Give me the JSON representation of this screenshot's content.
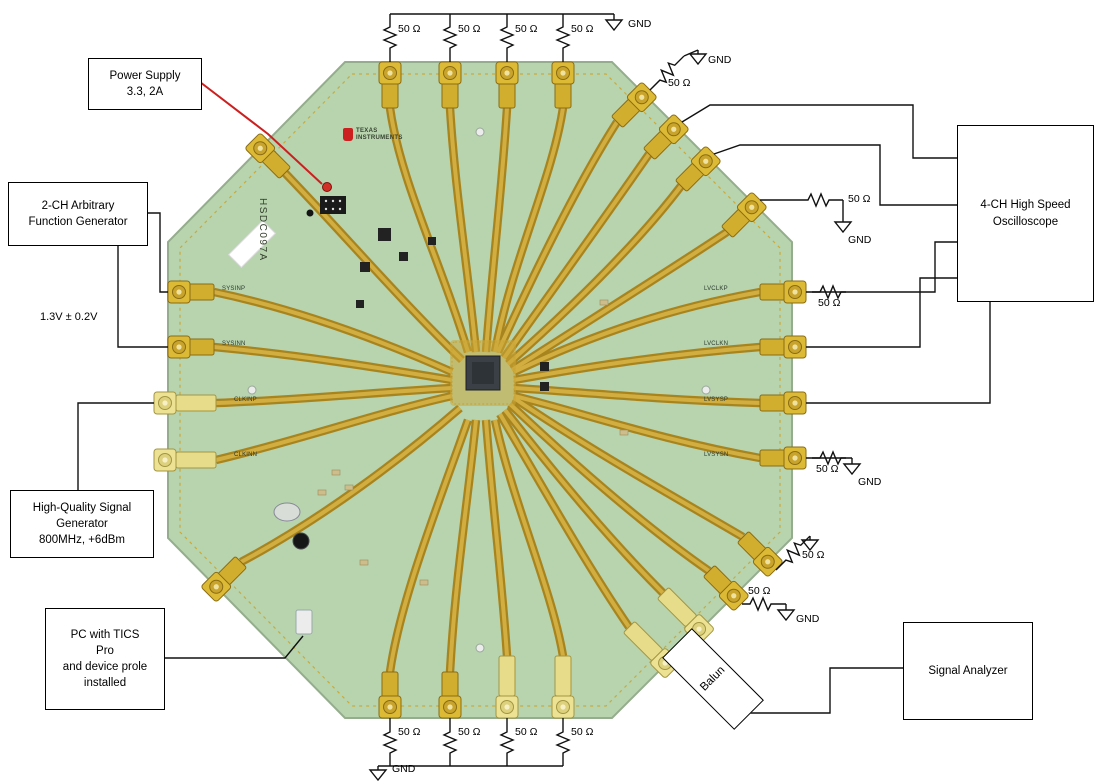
{
  "labels": {
    "fifty_ohm": "50 Ω",
    "gnd": "GND",
    "voltage": "1.3V ± 0.2V"
  },
  "boxes": {
    "power_supply": "Power Supply\n3.3, 2A",
    "afg": "2-CH Arbitrary\nFunction Generator",
    "signal_generator": "High-Quality Signal\nGenerator\n800MHz, +6dBm",
    "pc": "PC with TICS\nPro\nand device prole\ninstalled",
    "oscilloscope": "4-CH High Speed\nOscilloscope",
    "signal_analyzer": "Signal Analyzer",
    "balun": "Balun"
  },
  "board": {
    "name": "HSDC097A",
    "logo_line1": "TEXAS",
    "logo_line2": "INSTRUMENTS",
    "connector_labels": {
      "left": [
        "SYSINP",
        "SYSINN",
        "CLKINP",
        "CLKINN"
      ],
      "right": [
        "LVCLKP",
        "LVCLKN",
        "LVSYSP",
        "LVSYSN"
      ]
    }
  }
}
